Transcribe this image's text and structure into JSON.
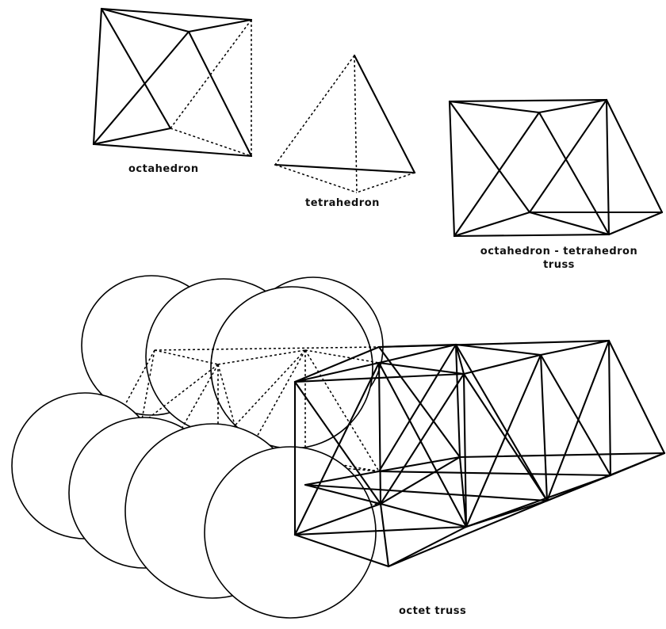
{
  "labels": {
    "octahedron": "octahedron",
    "tetrahedron": "tetrahedron",
    "octahedron_tetrahedron_truss_line1": "octahedron - tetrahedron",
    "octahedron_tetrahedron_truss_line2": "truss",
    "octet_truss": "octet truss"
  },
  "colors": {
    "line": "#000000",
    "background": "#ffffff"
  }
}
